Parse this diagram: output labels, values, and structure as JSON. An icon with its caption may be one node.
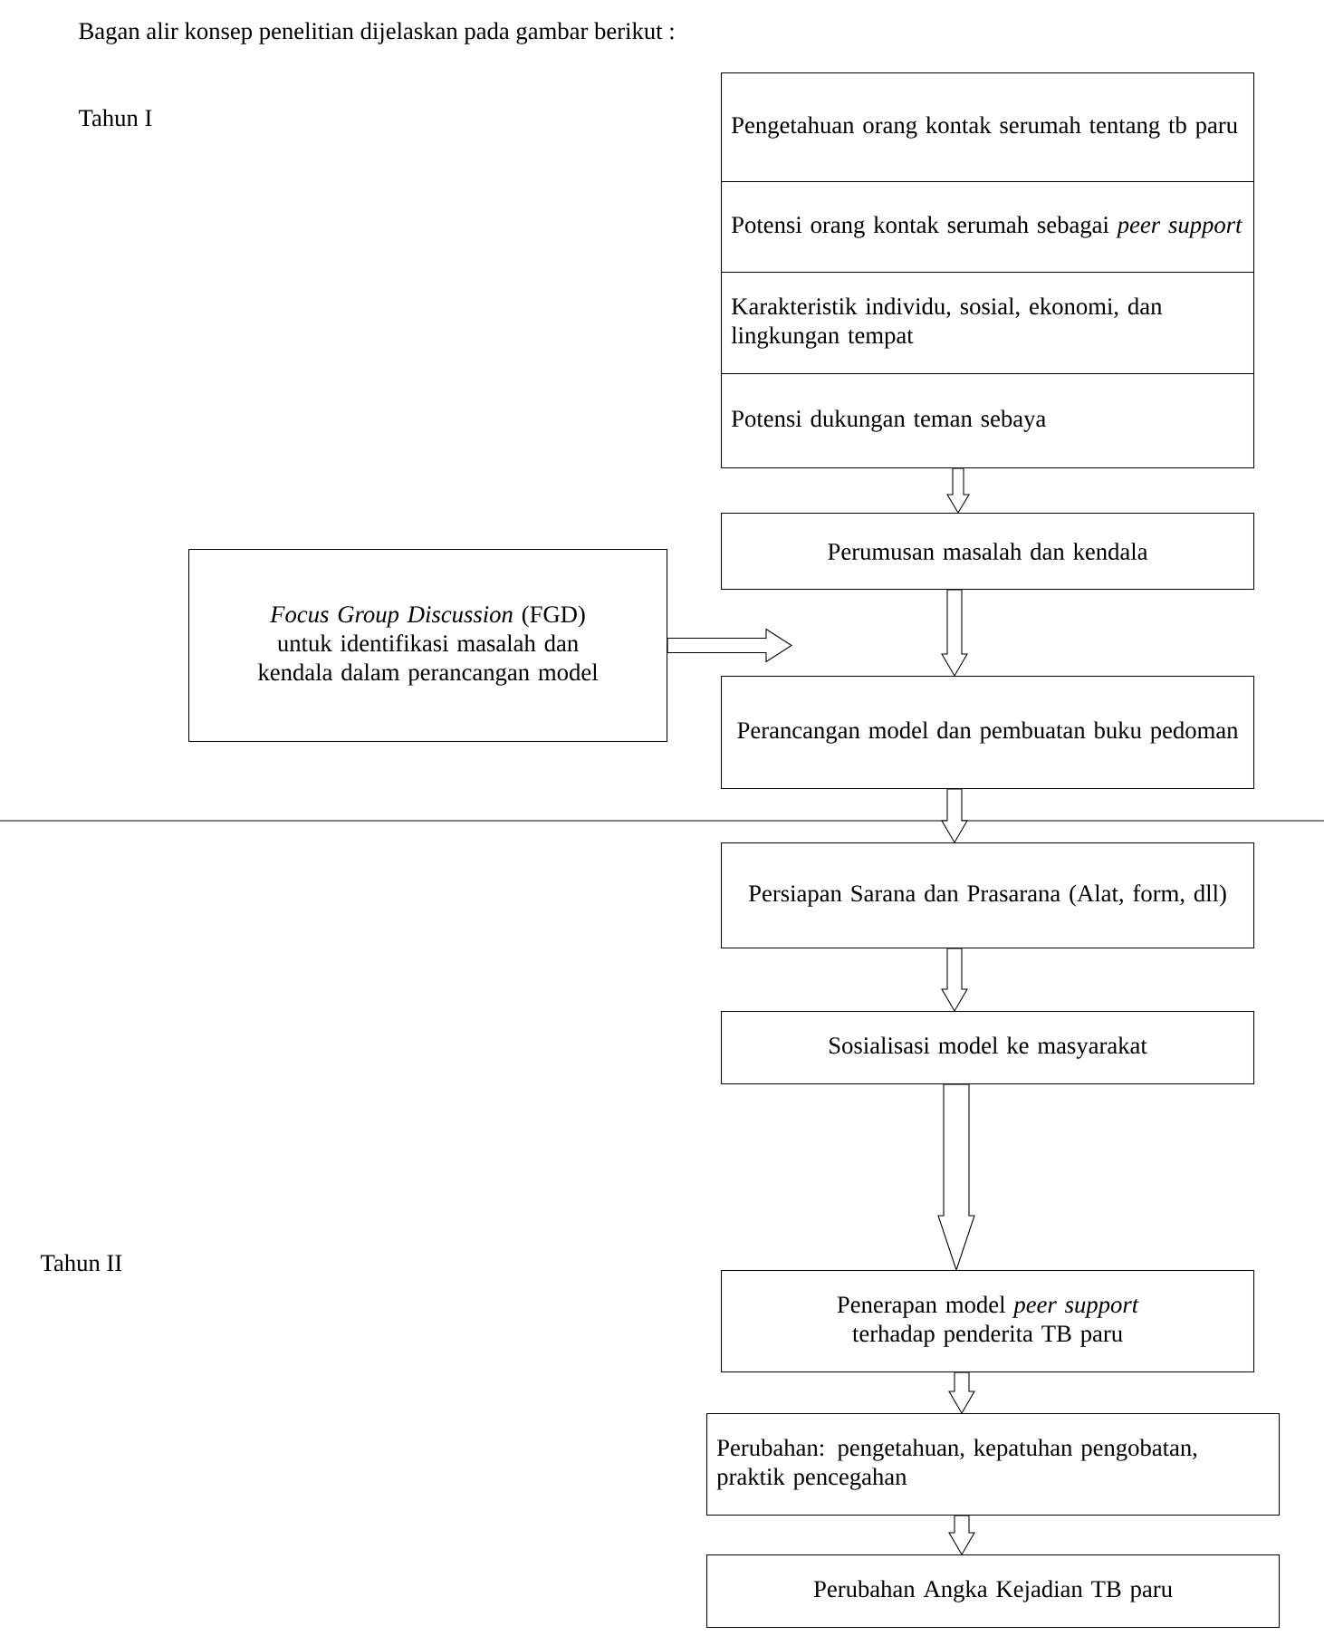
{
  "diagram": {
    "title": "Bagan alir konsep penelitian dijelaskan pada gambar berikut :",
    "nodes": [
      {
        "text": [
          "Pengetahuan orang kontak serumah tentang tb paru"
        ]
      },
      {
        "text": [
          "Potensi orang kontak serumah sebagai *peer support*"
        ]
      },
      {
        "text": [
          "Karakteristik individu, sosial, ekonomi,  dan lingkungan tempat"
        ]
      },
      {
        "text": [
          "Potensi dukungan teman sebaya"
        ]
      },
      {
        "text": [
          "Perumusan masalah dan kendala"
        ]
      },
      {
        "text": [
          "*Focus Group Discussion* (FGD) untuk identifikasi masalah dan kendala dalam perancangan model"
        ]
      },
      {
        "text": [
          "Perancangan model dan pembuatan buku pedoman"
        ]
      },
      {
        "text": [
          "Persiapan Sarana dan Prasarana (Alat, form, dll)"
        ]
      },
      {
        "text": [
          "Sosialisasi model ke masyarakat"
        ]
      },
      {
        "text": [
          "Penerapan model *peer support* terhadap penderita TB paru"
        ]
      },
      {
        "text": [
          "Perubahan: pengetahuan, kepatuhan pengobatan, praktik pencegahan"
        ]
      },
      {
        "text": [
          "Perubahan Angka Kejadian TB paru"
        ]
      }
    ],
    "edges": [
      {
        "from": 3,
        "to": 4,
        "arrow": "to"
      },
      {
        "from": 5,
        "to": null,
        "arrow": "to"
      },
      {
        "from": 4,
        "to": 6,
        "arrow": "to"
      },
      {
        "from": 6,
        "to": 7,
        "arrow": "to"
      },
      {
        "from": 7,
        "to": 8,
        "arrow": "to"
      },
      {
        "from": 8,
        "to": 9,
        "arrow": "to"
      },
      {
        "from": 9,
        "to": 10,
        "arrow": "to"
      },
      {
        "from": 10,
        "to": 11,
        "arrow": "to"
      }
    ],
    "labels": [
      "Tahun I",
      "Tahun II"
    ]
  }
}
